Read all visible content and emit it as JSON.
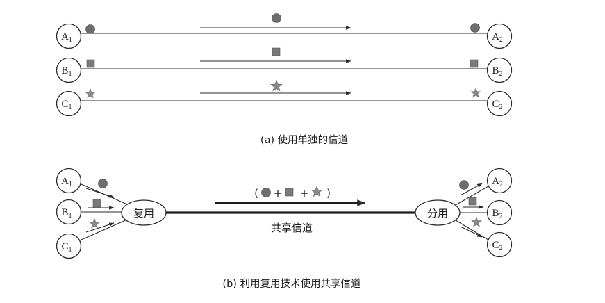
{
  "part_a": {
    "caption": "(a) 使用单独的信道",
    "channels": [
      {
        "left": "A",
        "left_sub": "1",
        "right": "A",
        "right_sub": "2",
        "symbol": "circle"
      },
      {
        "left": "B",
        "left_sub": "1",
        "right": "B",
        "right_sub": "2",
        "symbol": "square"
      },
      {
        "left": "C",
        "left_sub": "1",
        "right": "C",
        "right_sub": "2",
        "symbol": "star"
      }
    ]
  },
  "part_b": {
    "caption": "(b) 利用复用技术使用共享信道",
    "mux_label": "复用",
    "demux_label": "分用",
    "channel_label": "共享信道",
    "combined": {
      "open": "(",
      "plus": "+",
      "close": ")"
    },
    "sources": [
      {
        "name": "A",
        "sub": "1"
      },
      {
        "name": "B",
        "sub": "1"
      },
      {
        "name": "C",
        "sub": "1"
      }
    ],
    "destinations": [
      {
        "name": "A",
        "sub": "2"
      },
      {
        "name": "B",
        "sub": "2"
      },
      {
        "name": "C",
        "sub": "2"
      }
    ]
  },
  "colors": {
    "line": "#2a2a2a",
    "circle_symbol": "#6e6e6e",
    "square_symbol": "#7a7a7a",
    "star_symbol": "#8a8a8a"
  }
}
